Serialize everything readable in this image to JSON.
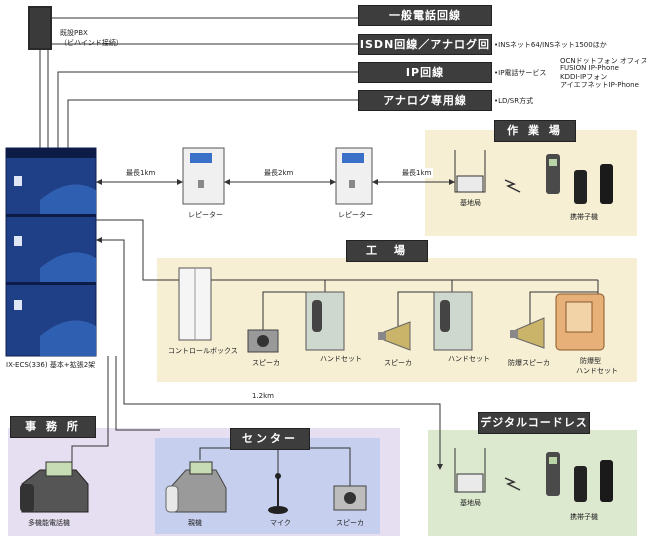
{
  "pbx": {
    "label": "既設PBX",
    "sublabel": "（ビハインド接続）"
  },
  "lines": [
    {
      "label": "一般電話回線",
      "service": ""
    },
    {
      "label": "ISDN回線／アナログ回線",
      "service": "INSネット64/INSネット1500ほか"
    },
    {
      "label": "IP回線",
      "service": "IP電話サービス"
    },
    {
      "label": "アナログ専用線",
      "service": "LD/SR方式"
    }
  ],
  "ip_services": [
    "OCNドットフォン オフィス",
    "FUSION IP-Phone",
    "KDDI-IPフォン",
    "アイエフネットIP-Phone"
  ],
  "main_unit": {
    "label": "IX-ECS(336) 基本+拡張2架"
  },
  "distances": {
    "d1": "最長1km",
    "d2": "最長2km",
    "d3": "最長1km",
    "d4": "1.2km"
  },
  "repeaters": [
    "レピーター",
    "レピーター"
  ],
  "work_site": {
    "title": "作 業 場",
    "base_station": "基地局",
    "handsets": "携帯子機"
  },
  "factory": {
    "title": "工　場",
    "items": {
      "control_box": "コントロールボックス",
      "speaker1": "スピーカ",
      "handset1": "ハンドセット",
      "speaker2": "スピーカ",
      "handset2": "ハンドセット",
      "explosion_speaker": "防爆スピーカ",
      "explosion_handset_l1": "防爆型",
      "explosion_handset_l2": "ハンドセット"
    }
  },
  "digital_cordless": {
    "title": "デジタルコードレス",
    "base_station": "基地局",
    "handsets": "携帯子機"
  },
  "office": {
    "title": "事 務 所",
    "phone": "多機能電話機"
  },
  "center": {
    "title": "センター",
    "parent_phone": "親機",
    "mic": "マイク",
    "speaker": "スピーカ"
  }
}
